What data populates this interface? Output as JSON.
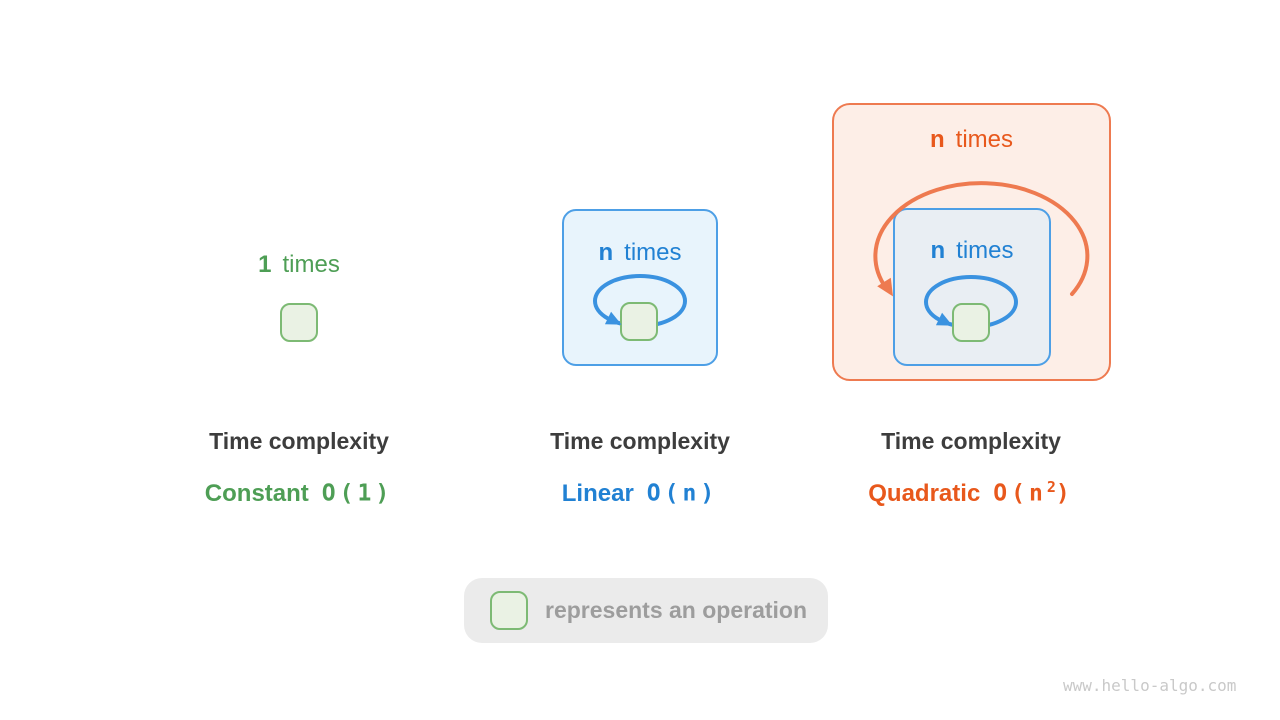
{
  "colors": {
    "green_accent": "#4e9e55",
    "green_box_fill": "#eaf2e4",
    "green_box_border": "#7dba74",
    "blue_accent": "#2181d3",
    "blue_loop_stroke": "#3a92e0",
    "blue_frame_border": "#4d9fe6",
    "blue_frame_fill": "#e8f4fc",
    "inner_frame_fill": "#e9eef3",
    "orange_accent": "#e8581c",
    "orange_stroke": "#ee7a50",
    "orange_frame_fill": "#fdeee7",
    "title_text": "#3d3d3d",
    "legend_bg": "#ebebeb",
    "legend_text": "#9d9d9d",
    "watermark_text": "#c9c9c9"
  },
  "panels": [
    {
      "count": {
        "bold": "1",
        "word": "times"
      },
      "title": "Time complexity",
      "kind": "Constant",
      "notation": {
        "pre": "O(",
        "arg": "1",
        "sup": "",
        "post": ")"
      }
    },
    {
      "count": {
        "bold": "n",
        "word": "times"
      },
      "title": "Time complexity",
      "kind": "Linear",
      "notation": {
        "pre": "O(",
        "arg": "n",
        "sup": "",
        "post": ")"
      }
    },
    {
      "outer_count": {
        "bold": "n",
        "word": "times"
      },
      "inner_count": {
        "bold": "n",
        "word": "times"
      },
      "title": "Time complexity",
      "kind": "Quadratic",
      "notation": {
        "pre": "O(",
        "arg": "n",
        "sup": "2",
        "post": ")"
      }
    }
  ],
  "legend": {
    "label": "represents an operation"
  },
  "watermark": "www.hello-algo.com"
}
